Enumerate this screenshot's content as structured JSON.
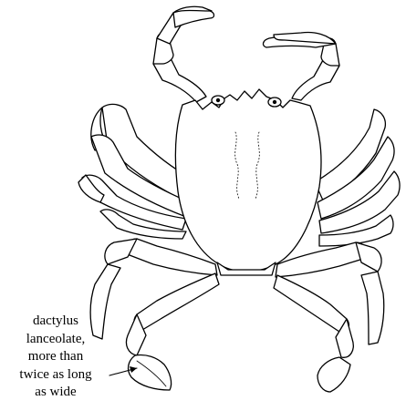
{
  "annotation": {
    "lines": [
      "dactylus",
      "lanceolate,",
      "more than",
      "twice as long",
      "as wide"
    ]
  }
}
